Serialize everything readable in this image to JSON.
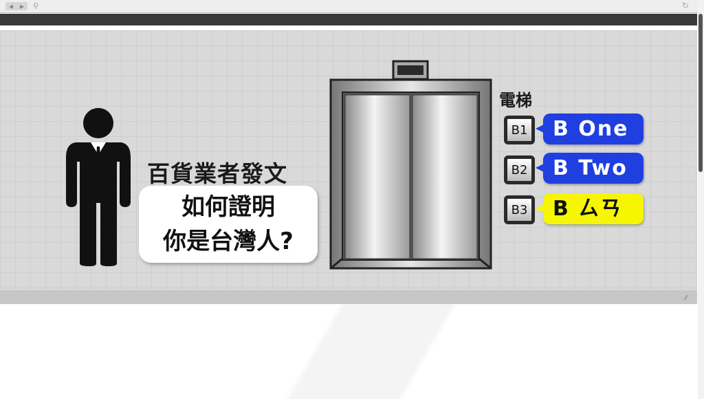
{
  "browser": {
    "back_icon": "◀",
    "forward_icon": "▶",
    "search_icon": "⚲",
    "refresh_icon": "↻"
  },
  "graphic": {
    "headline": "百貨業者發文",
    "bubble_lines": [
      "如何證明",
      "你是台灣人?"
    ],
    "elevator_label": "電梯",
    "floors": [
      {
        "button": "B1",
        "tag": "B One",
        "color": "#1f3fe0"
      },
      {
        "button": "B2",
        "tag": "B Two",
        "color": "#1f3fe0"
      },
      {
        "button": "B3",
        "tag": "B ㄙㄢ",
        "color": "#f6f600"
      }
    ]
  }
}
